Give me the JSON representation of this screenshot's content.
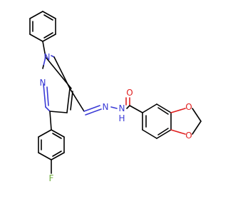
{
  "molecule": {
    "atom_labels": {
      "n1": "N",
      "n2": "N",
      "n_imine": "N",
      "n_amide": "N",
      "h_amide": "H",
      "o_carbonyl": "O",
      "o_ring_top": "O",
      "o_ring_bottom": "O",
      "fluorine": "F"
    },
    "colors": {
      "carbon_bond": "#000000",
      "nitrogen": "#3b3bd6",
      "oxygen": "#e02020",
      "fluorine": "#6cab3a",
      "background": "#ffffff"
    }
  }
}
